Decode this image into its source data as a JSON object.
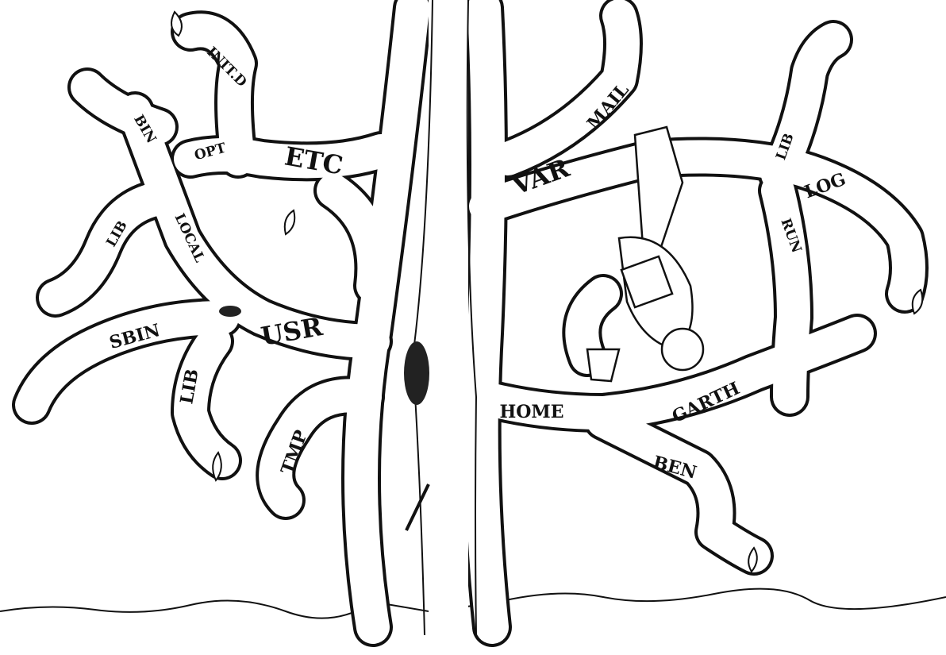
{
  "title": "Unix directory tree illustration",
  "labels": {
    "initd": "INIT.D",
    "bin": "BIN",
    "opt": "OPT",
    "etc": "ETC",
    "lib_local": "LIB",
    "local": "LOCAL",
    "sbin": "SBIN",
    "usr": "USR",
    "lib_usr": "LIB",
    "tmp": "TMP",
    "var": "VAR",
    "mail": "MAIL",
    "lib_var": "LIB",
    "log": "LOG",
    "run": "RUN",
    "home": "HOME",
    "garth": "GARTH",
    "ben": "BEN"
  }
}
